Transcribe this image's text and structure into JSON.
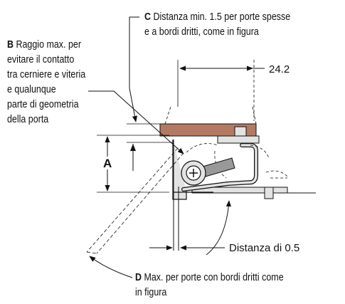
{
  "callouts": {
    "c": {
      "letter": "C",
      "line1": "Distanza min. 1.5 per porte spesse",
      "line2": "e a bordi dritti, come in figura"
    },
    "b": {
      "letter": "B",
      "line1": "Raggio max. per",
      "line2": "evitare il contatto",
      "line3": "tra cerniere e viteria",
      "line4": "e qualunque",
      "line5": "parte di geometria",
      "line6": "della porta"
    },
    "d": {
      "letter": "D",
      "line1": "Max. per porte con bordi dritti come",
      "line2": "in figura"
    },
    "a": {
      "letter": "A"
    }
  },
  "dimensions": {
    "width_value": "24.2",
    "gap_label": "Distanza di 0.5"
  },
  "colors": {
    "door": "#b37a63",
    "hinge_fill": "#e3e3e3",
    "line": "#111111"
  }
}
